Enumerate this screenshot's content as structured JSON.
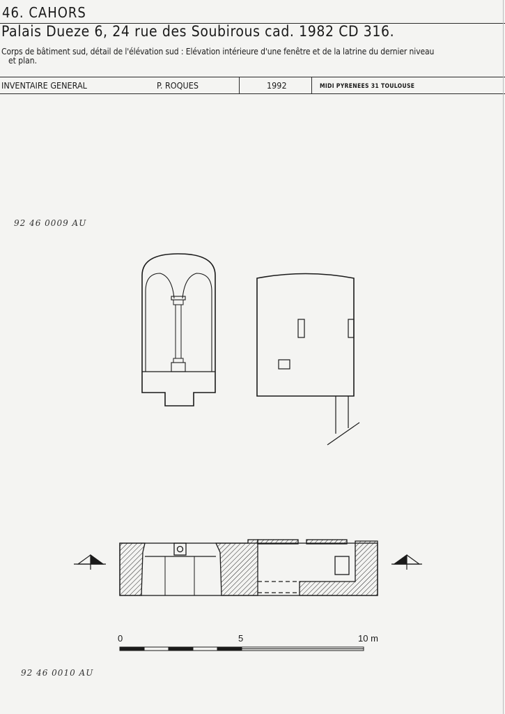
{
  "header": {
    "department": "46. CAHORS",
    "title": "Palais Dueze 6, 24 rue des Soubirous cad. 1982 CD 316.",
    "description_line1": "Corps de bâtiment sud, détail de l'élévation sud : Elévation intérieure d'une fenêtre et de la latrine du dernier niveau",
    "description_line2": "et plan."
  },
  "meta": {
    "inventory": "INVENTAIRE GENERAL",
    "author": "P. ROQUES",
    "year": "1992",
    "region": "MIDI PYRENEES   31   TOULOUSE"
  },
  "annotations": {
    "ref_top": "92 46 0009 AU",
    "ref_bottom": "92 46 0010 AU"
  },
  "scale_bar": {
    "label_start": "0",
    "label_mid": "5",
    "label_end": "10 m"
  },
  "colors": {
    "ink": "#1a1a1a",
    "paper": "#f4f4f2"
  }
}
